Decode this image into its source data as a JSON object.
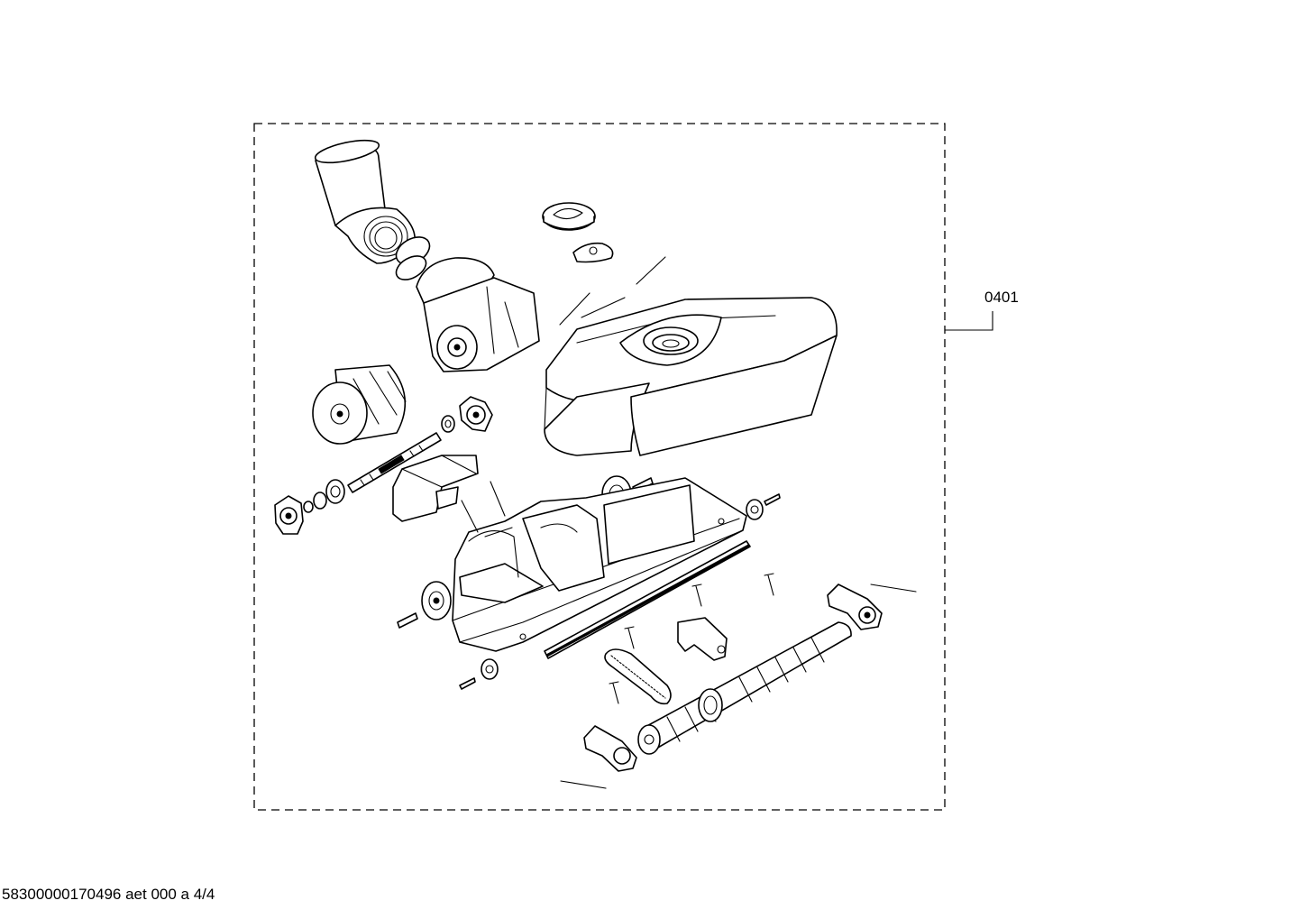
{
  "diagram": {
    "callouts": [
      {
        "id": "0401",
        "label": "0401"
      }
    ],
    "footer": "58300000170496 aet 000 a 4/4"
  }
}
